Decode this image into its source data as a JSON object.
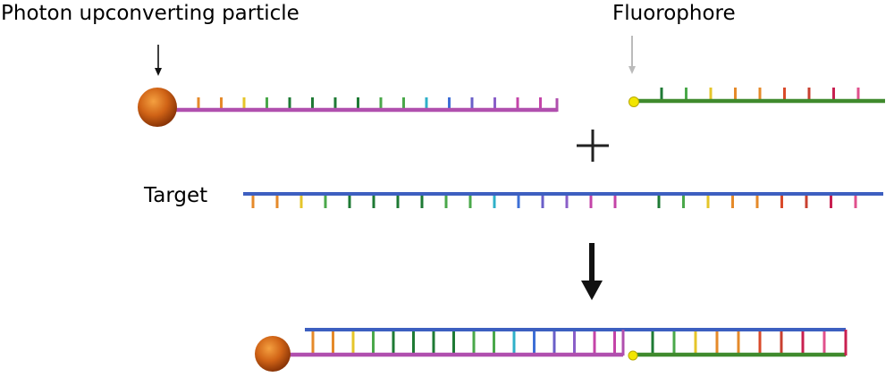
{
  "labels": {
    "particle": "Photon upconverting particle",
    "fluorophore": "Fluorophore",
    "target": "Target"
  },
  "symbols": {
    "plus": "+",
    "arrow": "down-arrow"
  },
  "colors": {
    "particle": "#d06316",
    "particle_highlight": "#f4a040",
    "particle_shadow": "#8a3507",
    "fluorophore_dot": "#f2e600",
    "probe_backbone": "#b04fae",
    "fluor_backbone": "#3f8a2d",
    "target_backbone": "#3d5fc0",
    "base_palette": [
      "#d94a2a",
      "#e58a2a",
      "#e5c52a",
      "#4aa84a",
      "#1e7a34",
      "#2fb0c8",
      "#3d6fd6",
      "#8a5fc8",
      "#c444a8",
      "#e0508c"
    ]
  },
  "strands": {
    "probe_bases": [
      "#e58a2a",
      "#e58a2a",
      "#e5c52a",
      "#4aa84a",
      "#1e7a34",
      "#1e7a34",
      "#1e7a34",
      "#1e7a34",
      "#4aa84a",
      "#4aa84a",
      "#2fb0c8",
      "#3d6fd6",
      "#6a5fc8",
      "#8a5fc8",
      "#c444a8",
      "#c444a8"
    ],
    "fluor_bases": [
      "#1e7a34",
      "#4aa84a",
      "#e5c52a",
      "#e58a2a",
      "#e58a2a",
      "#d94a2a",
      "#c84030",
      "#c82050",
      "#e0508c"
    ],
    "target_bases": [
      "#e58a2a",
      "#e58a2a",
      "#e5c52a",
      "#4aa84a",
      "#1e7a34",
      "#1e7a34",
      "#1e7a34",
      "#1e7a34",
      "#4aa84a",
      "#4aa84a",
      "#2fb0c8",
      "#3d6fd6",
      "#6a5fc8",
      "#8a5fc8",
      "#c444a8",
      "#c444a8",
      "#1e7a34",
      "#4aa84a",
      "#e5c52a",
      "#e58a2a",
      "#e58a2a",
      "#d94a2a",
      "#c84030",
      "#c82050",
      "#e0508c"
    ]
  }
}
